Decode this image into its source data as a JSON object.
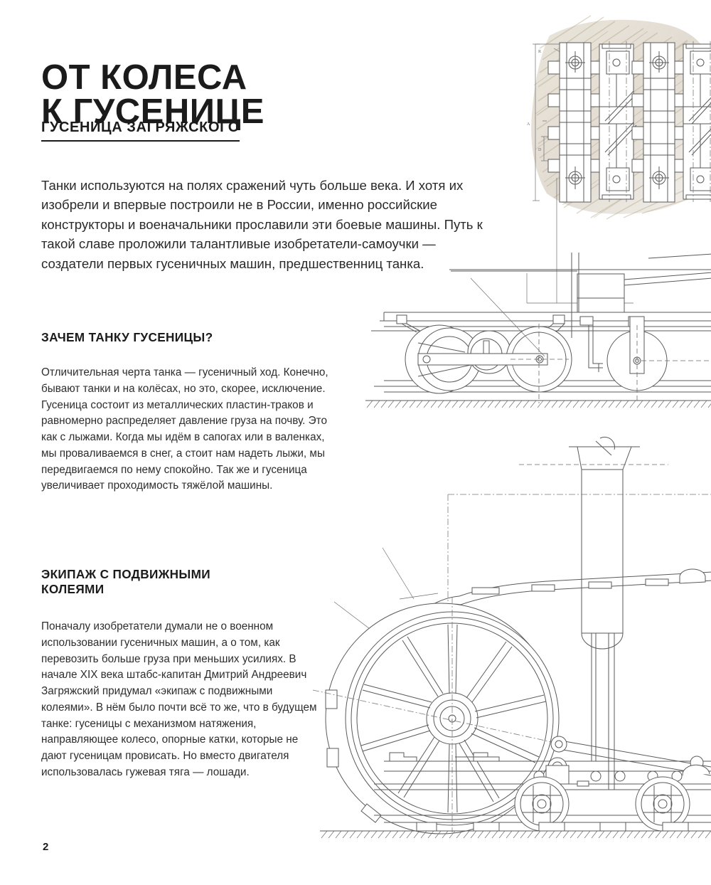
{
  "page": {
    "folio": "2",
    "background_color": "#ffffff",
    "text_color": "#2b2b2b",
    "accent_color": "#1b1b1b",
    "wash_color": "#b9ab93"
  },
  "header": {
    "title": "ОТ КОЛЕСА\nК ГУСЕНИЦЕ",
    "subtitle": "ГУСЕНИЦА ЗАГРЯЖСКОГО"
  },
  "intro": {
    "paragraph": "Танки используются на полях сражений чуть больше века. И хотя их изобрели и впервые построили не в России, именно российские конструкторы и военачальники прославили эти боевые машины. Путь к такой славе проложили талантливые изобретатели-самоучки — создатели первых гусеничных машин, предшественниц танка."
  },
  "sections": [
    {
      "heading": "ЗАЧЕМ ТАНКУ ГУСЕНИЦЫ?",
      "body": "Отличительная черта танка — гусеничный ход. Конечно, бывают танки и на колёсах, но это, скорее, исключение. Гусеница состоит из металлических пластин-траков и равномерно распределяет давление груза на почву. Это как с лыжами. Когда мы идём в сапогах или в валенках, мы проваливаемся в снег, а стоит нам надеть лыжи, мы передвигаемся по нему спокойно. Так же и гусеница увеличивает проходимость тяжёлой машины."
    },
    {
      "heading": "ЭКИПАЖ С ПОДВИЖНЫМИ\nКОЛЕЯМИ",
      "body": "Поначалу изобретатели думали не о военном использовании гусеничных машин, а о том, как перевозить больше груза при меньших усилиях. В начале XIX века штабс-капитан Дмитрий Андреевич Загряжский придумал «экипаж с подвижными колеями». В нём было почти всё то же, что в будущем танке: гусеницы с механизмом натяжения, направляющее колесо, опорные катки, которые не дают гусеницам провисать. Но вместо двигателя использовалась гужевая тяга — лошади."
    }
  ],
  "illustrations": [
    {
      "name": "track-links-drawing",
      "caption_labels": [
        "R",
        "A",
        "D"
      ],
      "description": "Технический чертёж звеньев гусеничной ленты вид сверху"
    },
    {
      "name": "locomotive-undercarriage-drawing",
      "caption_labels": [],
      "description": "Технический чертёж ходовой части паровой машины"
    },
    {
      "name": "zagryazhsky-carriage-drawing",
      "caption_labels": [],
      "description": "Технический чертёж экипажа с подвижными колеями Загряжского"
    }
  ]
}
